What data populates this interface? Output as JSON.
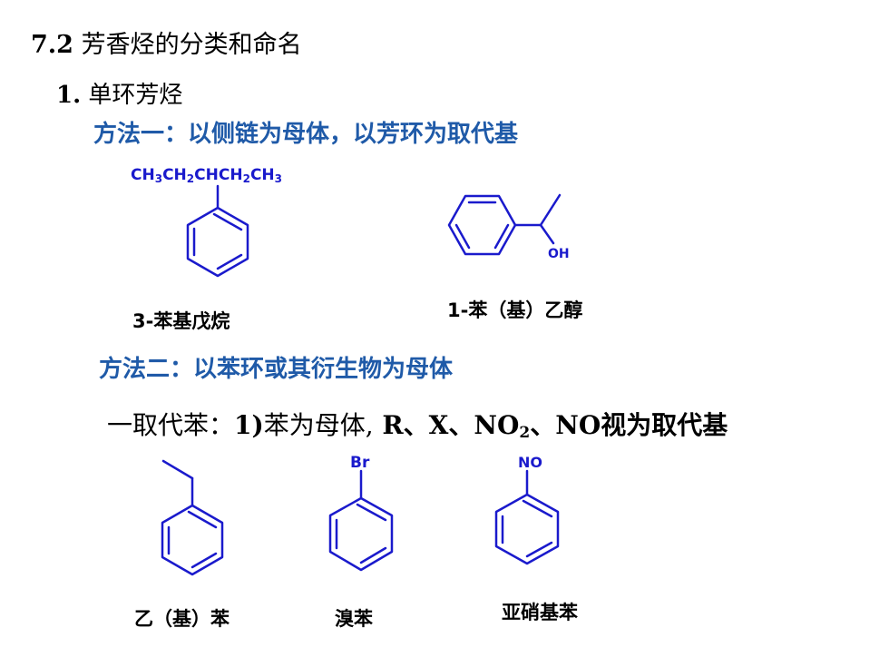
{
  "slide": {
    "section_number": "7.2",
    "section_title": "芳香烃的分类和命名",
    "subheading_number": "1.",
    "subheading_text": "单环芳烃",
    "method1": "方法一：以侧链为母体，以芳环为取代基",
    "method2": "方法二：以苯环或其衍生物为母体",
    "line3": {
      "prefix": "一取代苯：",
      "part1": "1)",
      "part2": "苯为母体,",
      "part3": " R、X、NO",
      "sub": "2",
      "part4": "、NO",
      "part5": "视为取代基"
    }
  },
  "structures": {
    "pentane_formula": {
      "a": "CH",
      "a_sub": "3",
      "b": "CH",
      "b_sub": "2",
      "c": "CHCH",
      "c_sub": "2",
      "d": "CH",
      "d_sub": "3"
    },
    "oh_label": "OH",
    "br_label": "Br",
    "no_label": "NO"
  },
  "captions": {
    "c1": "3-苯基戊烷",
    "c2": "1-苯（基）乙醇",
    "c3": "乙（基）苯",
    "c4": "溴苯",
    "c5": "亚硝基苯"
  },
  "colors": {
    "bond": "#1a1acc",
    "method_text": "#1f5aa8"
  }
}
